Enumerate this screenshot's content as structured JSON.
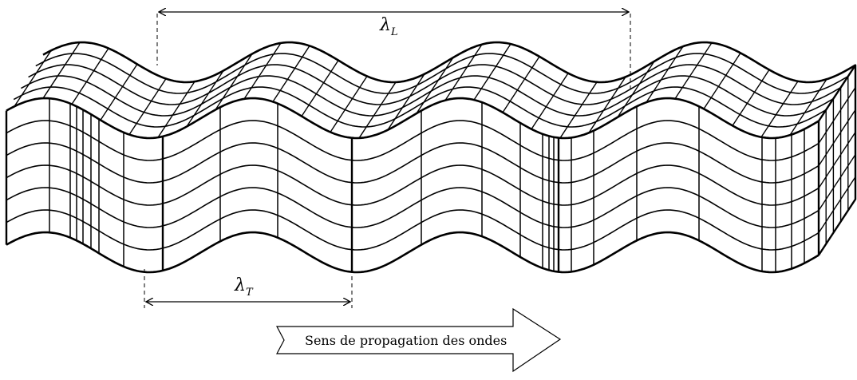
{
  "labels": {
    "longitudinal_wavelength": "λ",
    "longitudinal_subscript": "L",
    "transverse_wavelength": "λ",
    "transverse_subscript": "T",
    "propagation": "Sens de propagation des ondes"
  },
  "colors": {
    "stroke": "#000000",
    "background": "#ffffff"
  }
}
